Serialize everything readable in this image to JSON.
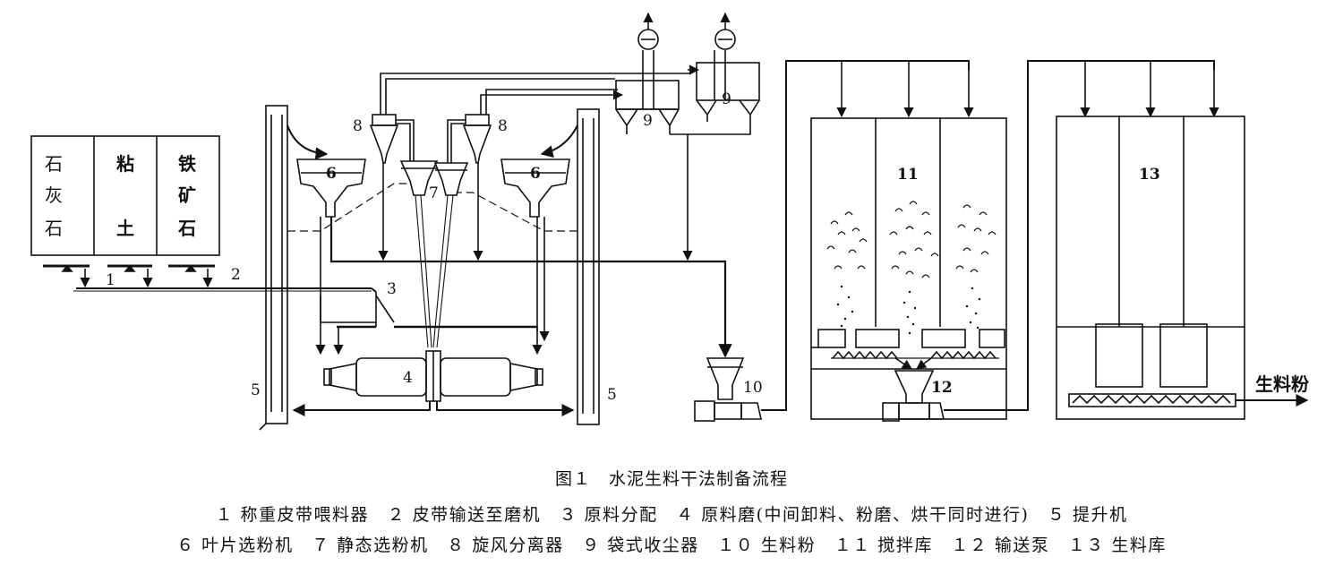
{
  "diagram": {
    "stock_bins": [
      {
        "name": "石灰石",
        "chars": [
          "石",
          "灰",
          "石"
        ]
      },
      {
        "name": "粘土",
        "chars": [
          "粘",
          "土"
        ]
      },
      {
        "name": "铁矿石",
        "chars": [
          "铁",
          "矿",
          "石"
        ]
      }
    ],
    "callouts": {
      "n1": "1",
      "n2": "2",
      "n3": "3",
      "n4": "4",
      "n5_left": "5",
      "n5_right": "5",
      "n6_left": "6",
      "n6_right": "6",
      "n7": "7",
      "n8_left": "8",
      "n8_right": "8",
      "n9_left": "9",
      "n9_right": "9",
      "n10": "10",
      "n11": "11",
      "n12": "12",
      "n13": "13"
    },
    "product_label": "生料粉"
  },
  "caption": {
    "title": "图１　水泥生料干法制备流程",
    "legend_line_1": "１ 称重皮带喂料器　２ 皮带输送至磨机　３ 原料分配　４ 原料磨(中间卸料、粉磨、烘干同时进行)　５ 提升机",
    "legend_line_2": "６ 叶片选粉机　７ 静态选粉机　８ 旋风分离器　９ 袋式收尘器　１０ 生料粉　１１ 搅拌库　１２ 输送泵　１３ 生料库"
  }
}
